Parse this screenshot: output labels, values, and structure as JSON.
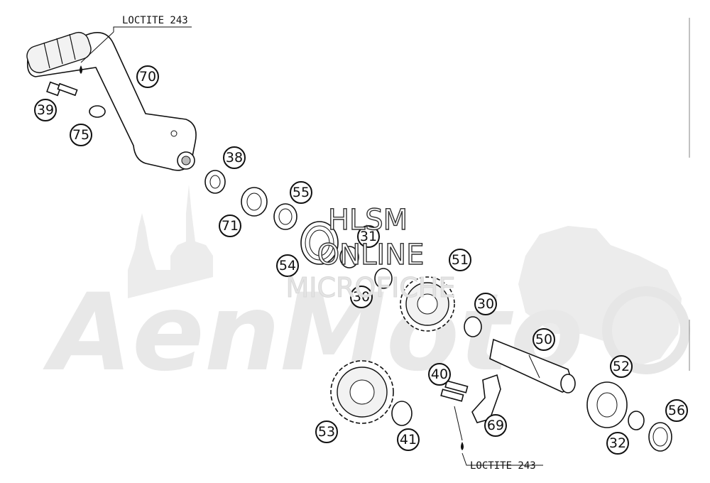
{
  "diagram": {
    "loctite_labels": [
      "LOCTITE 243",
      "LOCTITE 243"
    ],
    "callouts": {
      "p70": "70",
      "p39": "39",
      "p75": "75",
      "p38": "38",
      "p71": "71",
      "p55": "55",
      "p31": "31",
      "p54": "54",
      "p30a": "30",
      "p51": "51",
      "p30b": "30",
      "p50": "50",
      "p40": "40",
      "p52": "52",
      "p53": "53",
      "p41": "41",
      "p69": "69",
      "p56": "56",
      "p32": "32"
    }
  },
  "watermark": {
    "logo_text": "AenMoto",
    "line1": "HLSM",
    "line2": "ONLINE",
    "line3": "MICROFICHE"
  }
}
